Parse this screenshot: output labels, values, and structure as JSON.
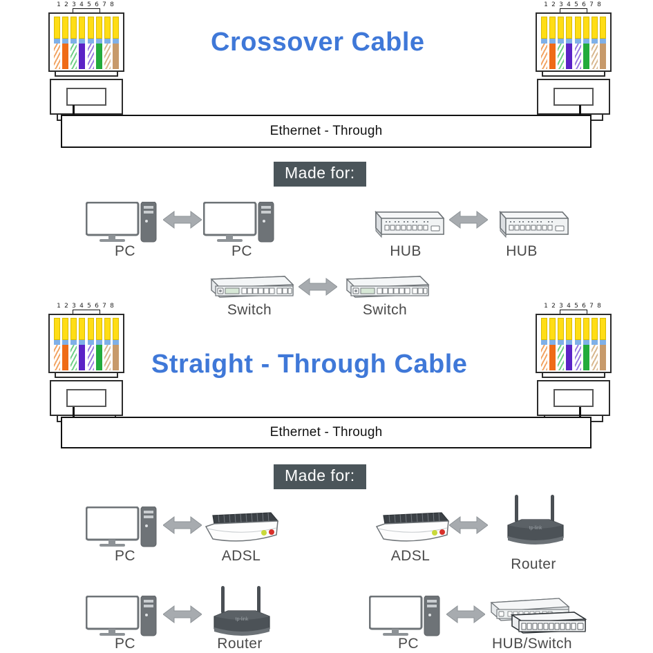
{
  "page": {
    "background": "#ffffff",
    "title_color": "#3f78d8",
    "badge_color": "#4b555a",
    "label_color": "#4a4a4a"
  },
  "sections": [
    {
      "id": "crossover",
      "title": "Crossover Cable",
      "cable_label": "Ethernet - Through",
      "made_for_label": "Made for:",
      "pin_numbers": [
        "1",
        "2",
        "3",
        "4",
        "5",
        "6",
        "7",
        "8"
      ],
      "left_connector": {
        "name": "RJ45 plug (left)",
        "wire_order": [
          "white/orange",
          "orange",
          "white/green",
          "blue",
          "white/blue",
          "green",
          "white/brown",
          "brown"
        ]
      },
      "right_connector": {
        "name": "RJ45 plug (right)",
        "wire_order": [
          "white/orange",
          "orange",
          "white/green",
          "blue",
          "white/blue",
          "green",
          "white/brown",
          "brown"
        ]
      },
      "pairs": [
        {
          "left": "PC",
          "right": "PC",
          "left_icon": "pc-icon",
          "right_icon": "pc-icon"
        },
        {
          "left": "HUB",
          "right": "HUB",
          "left_icon": "hub-icon",
          "right_icon": "hub-icon"
        },
        {
          "left": "Switch",
          "right": "Switch",
          "left_icon": "switch-icon",
          "right_icon": "switch-icon"
        }
      ]
    },
    {
      "id": "straight-through",
      "title": "Straight - Through Cable",
      "cable_label": "Ethernet - Through",
      "made_for_label": "Made for:",
      "pin_numbers": [
        "1",
        "2",
        "3",
        "4",
        "5",
        "6",
        "7",
        "8"
      ],
      "left_connector": {
        "name": "RJ45 plug (left)",
        "wire_order": [
          "white/orange",
          "orange",
          "white/green",
          "blue",
          "white/blue",
          "green",
          "white/brown",
          "brown"
        ]
      },
      "right_connector": {
        "name": "RJ45 plug (right)",
        "wire_order": [
          "white/orange",
          "orange",
          "white/green",
          "blue",
          "white/blue",
          "green",
          "white/brown",
          "brown"
        ]
      },
      "pairs": [
        {
          "left": "PC",
          "right": "ADSL",
          "left_icon": "pc-icon",
          "right_icon": "adsl-icon"
        },
        {
          "left": "ADSL",
          "right": "Router",
          "left_icon": "adsl-icon",
          "right_icon": "router-icon"
        },
        {
          "left": "PC",
          "right": "Router",
          "left_icon": "pc-icon",
          "right_icon": "router-icon"
        },
        {
          "left": "PC",
          "right": "HUB/Switch",
          "left_icon": "pc-icon",
          "right_icon": "hub-switch-icon"
        }
      ]
    }
  ]
}
